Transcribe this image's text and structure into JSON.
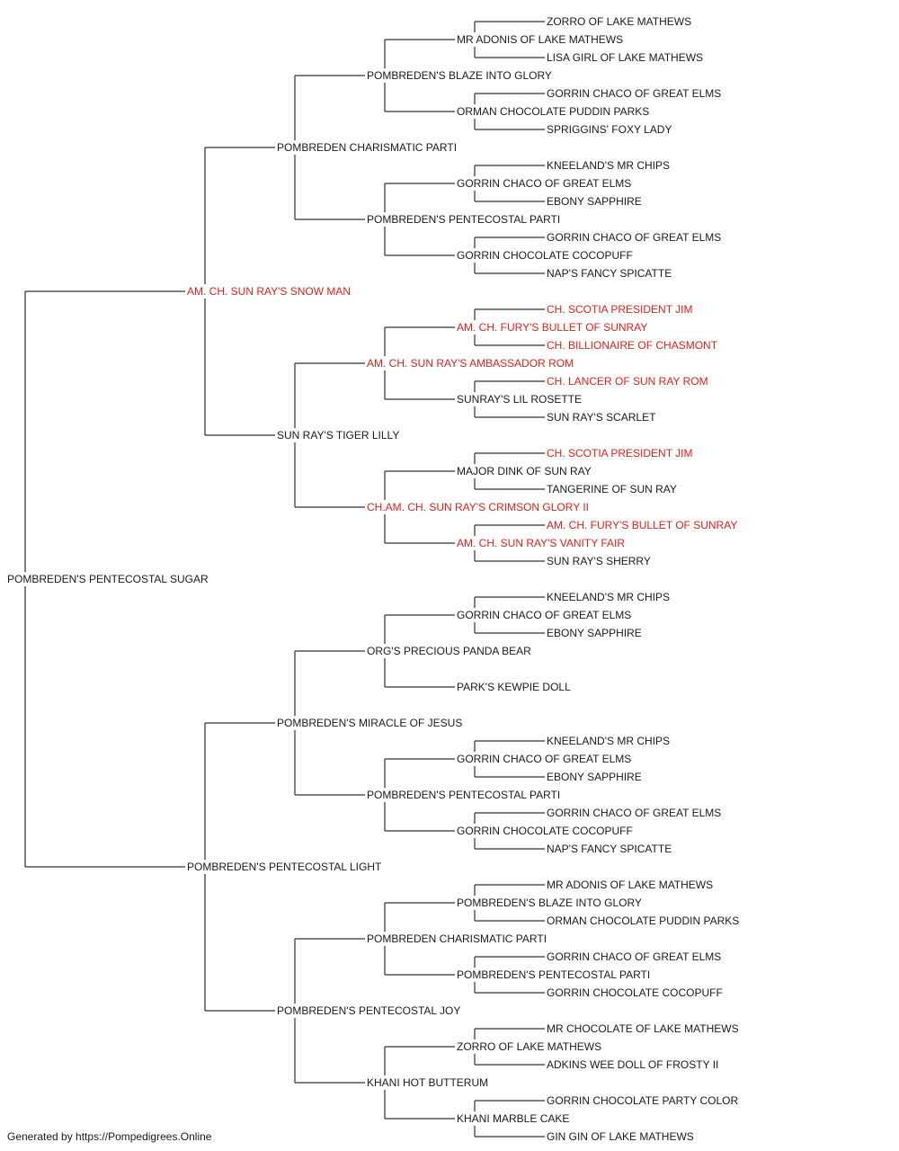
{
  "colors": {
    "text": "#1a1a1a",
    "champion": "#e0201b",
    "line": "#555555"
  },
  "footer": "Generated by https://Pompedigrees.Online",
  "pedigree": {
    "name": "POMBREDEN'S PENTECOSTAL SUGAR",
    "champion": false,
    "sire": {
      "name": "AM. CH. SUN RAY'S SNOW MAN",
      "champion": true,
      "sire": {
        "name": "POMBREDEN CHARISMATIC PARTI",
        "champion": false,
        "sire": {
          "name": "POMBREDEN'S BLAZE INTO GLORY",
          "champion": false,
          "sire": {
            "name": "MR ADONIS OF LAKE MATHEWS",
            "champion": false,
            "sire": {
              "name": "ZORRO OF LAKE MATHEWS",
              "champion": false
            },
            "dam": {
              "name": "LISA GIRL OF LAKE MATHEWS",
              "champion": false
            }
          },
          "dam": {
            "name": "ORMAN CHOCOLATE PUDDIN PARKS",
            "champion": false,
            "sire": {
              "name": "GORRIN CHACO OF GREAT ELMS",
              "champion": false
            },
            "dam": {
              "name": "SPRIGGINS' FOXY LADY",
              "champion": false
            }
          }
        },
        "dam": {
          "name": "POMBREDEN'S PENTECOSTAL PARTI",
          "champion": false,
          "sire": {
            "name": "GORRIN CHACO OF GREAT ELMS",
            "champion": false,
            "sire": {
              "name": "KNEELAND'S MR CHIPS",
              "champion": false
            },
            "dam": {
              "name": "EBONY SAPPHIRE",
              "champion": false
            }
          },
          "dam": {
            "name": "GORRIN CHOCOLATE COCOPUFF",
            "champion": false,
            "sire": {
              "name": "GORRIN CHACO OF GREAT ELMS",
              "champion": false
            },
            "dam": {
              "name": "NAP'S FANCY SPICATTE",
              "champion": false
            }
          }
        }
      },
      "dam": {
        "name": "SUN RAY'S TIGER LILLY",
        "champion": false,
        "sire": {
          "name": "AM. CH. SUN RAY'S AMBASSADOR ROM",
          "champion": true,
          "sire": {
            "name": "AM. CH. FURY'S BULLET OF SUNRAY",
            "champion": true,
            "sire": {
              "name": "CH. SCOTIA PRESIDENT JIM",
              "champion": true
            },
            "dam": {
              "name": "CH. BILLIONAIRE OF CHASMONT",
              "champion": true
            }
          },
          "dam": {
            "name": "SUNRAY'S LIL ROSETTE",
            "champion": false,
            "sire": {
              "name": "CH. LANCER OF SUN RAY ROM",
              "champion": true
            },
            "dam": {
              "name": "SUN RAY'S SCARLET",
              "champion": false
            }
          }
        },
        "dam": {
          "name": "CH.AM. CH. SUN RAY'S CRIMSON GLORY II",
          "champion": true,
          "sire": {
            "name": "MAJOR DINK OF SUN RAY",
            "champion": false,
            "sire": {
              "name": "CH. SCOTIA PRESIDENT JIM",
              "champion": true
            },
            "dam": {
              "name": "TANGERINE OF SUN RAY",
              "champion": false
            }
          },
          "dam": {
            "name": "AM. CH. SUN RAY'S VANITY FAIR",
            "champion": true,
            "sire": {
              "name": "AM. CH. FURY'S BULLET OF SUNRAY",
              "champion": true
            },
            "dam": {
              "name": "SUN RAY'S SHERRY",
              "champion": false
            }
          }
        }
      }
    },
    "dam": {
      "name": "POMBREDEN'S PENTECOSTAL LIGHT",
      "champion": false,
      "sire": {
        "name": "POMBREDEN'S MIRACLE OF JESUS",
        "champion": false,
        "sire": {
          "name": "ORG'S PRECIOUS PANDA BEAR",
          "champion": false,
          "sire": {
            "name": "GORRIN CHACO OF GREAT ELMS",
            "champion": false,
            "sire": {
              "name": "KNEELAND'S MR CHIPS",
              "champion": false
            },
            "dam": {
              "name": "EBONY SAPPHIRE",
              "champion": false
            }
          },
          "dam": {
            "name": "PARK'S KEWPIE DOLL",
            "champion": false
          }
        },
        "dam": {
          "name": "POMBREDEN'S PENTECOSTAL PARTI",
          "champion": false,
          "sire": {
            "name": "GORRIN CHACO OF GREAT ELMS",
            "champion": false,
            "sire": {
              "name": "KNEELAND'S MR CHIPS",
              "champion": false
            },
            "dam": {
              "name": "EBONY SAPPHIRE",
              "champion": false
            }
          },
          "dam": {
            "name": "GORRIN CHOCOLATE COCOPUFF",
            "champion": false,
            "sire": {
              "name": "GORRIN CHACO OF GREAT ELMS",
              "champion": false
            },
            "dam": {
              "name": "NAP'S FANCY SPICATTE",
              "champion": false
            }
          }
        }
      },
      "dam": {
        "name": "POMBREDEN'S PENTECOSTAL JOY",
        "champion": false,
        "sire": {
          "name": "POMBREDEN CHARISMATIC PARTI",
          "champion": false,
          "sire": {
            "name": "POMBREDEN'S BLAZE INTO GLORY",
            "champion": false,
            "sire": {
              "name": "MR ADONIS OF LAKE MATHEWS",
              "champion": false
            },
            "dam": {
              "name": "ORMAN CHOCOLATE PUDDIN PARKS",
              "champion": false
            }
          },
          "dam": {
            "name": "POMBREDEN'S PENTECOSTAL PARTI",
            "champion": false,
            "sire": {
              "name": "GORRIN CHACO OF GREAT ELMS",
              "champion": false
            },
            "dam": {
              "name": "GORRIN CHOCOLATE COCOPUFF",
              "champion": false
            }
          }
        },
        "dam": {
          "name": "KHANI HOT BUTTERUM",
          "champion": false,
          "sire": {
            "name": "ZORRO OF LAKE MATHEWS",
            "champion": false,
            "sire": {
              "name": "MR CHOCOLATE OF LAKE MATHEWS",
              "champion": false
            },
            "dam": {
              "name": "ADKINS WEE DOLL OF FROSTY II",
              "champion": false
            }
          },
          "dam": {
            "name": "KHANI MARBLE CAKE",
            "champion": false,
            "sire": {
              "name": "GORRIN CHOCOLATE PARTY COLOR",
              "champion": false
            },
            "dam": {
              "name": "GIN GIN OF LAKE MATHEWS",
              "champion": false
            }
          }
        }
      }
    }
  }
}
